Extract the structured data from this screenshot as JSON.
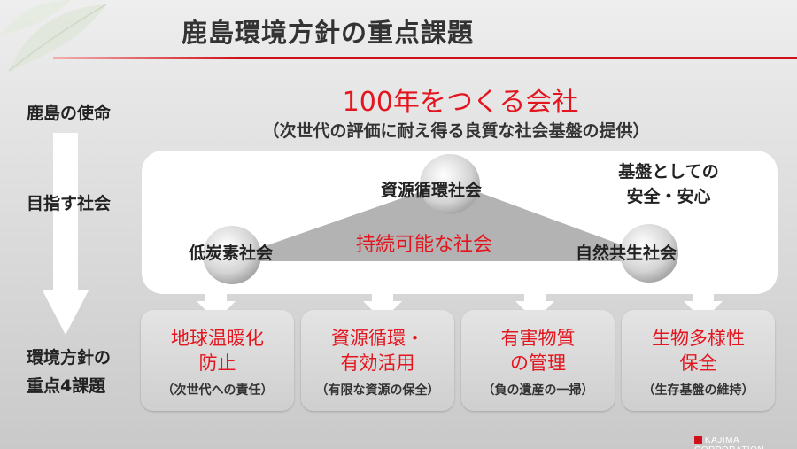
{
  "title": "鹿島環境方針の重点課題",
  "left_labels": {
    "mission": "鹿島の使命",
    "target": "目指す社会",
    "policy_line1": "環境方針の",
    "policy_line2": "重点4課題"
  },
  "mission": {
    "main": "100年をつくる会社",
    "sub": "（次世代の評価に耐え得る良質な社会基盤の提供）"
  },
  "society": {
    "top": "資源循環社会",
    "left": "低炭素社会",
    "right": "自然共生社会",
    "center": "持続可能な社会",
    "foundation_line1": "基盤としての",
    "foundation_line2": "安全・安心"
  },
  "issues": [
    {
      "title_line1": "地球温暖化",
      "title_line2": "防止",
      "sub": "（次世代への責任）"
    },
    {
      "title_line1": "資源循環・",
      "title_line2": "有効活用",
      "sub": "（有限な資源の保全）"
    },
    {
      "title_line1": "有害物質",
      "title_line2": "の管理",
      "sub": "（負の遺産の一掃）"
    },
    {
      "title_line1": "生物多様性",
      "title_line2": "保全",
      "sub": "（生存基盤の維持）"
    }
  ],
  "logo": "KAJIMA CORPORATION",
  "colors": {
    "accent_red": "#e3151e",
    "rule_red": "#d2101b"
  }
}
